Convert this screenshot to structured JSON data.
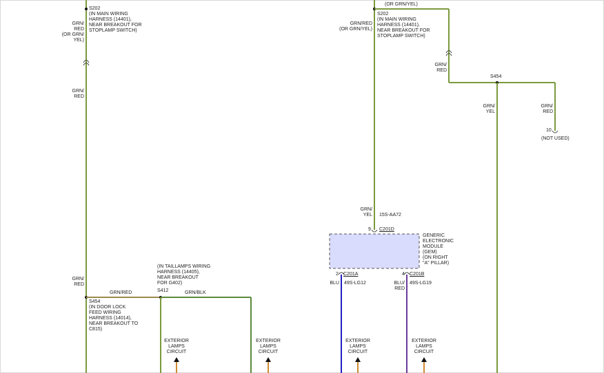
{
  "left": {
    "s202_id": "S202",
    "s202_note": "(IN MAIN WIRING\nHARNESS (14401),\nNEAR BREAKOUT FOR\nSTOPLAMP SWITCH)",
    "wire_top": "GRN/\nRED\n(OR GRN/\nYEL)",
    "wire_mid": "GRN/\nRED",
    "wire_low": "GRN/\nRED",
    "s454_id": "S454",
    "s454_note": "(IN DOOR LOCK\nFEED WIRING\nHARNESS (14014),\nNEAR BREAKOUT TO\nC815)",
    "branch_wire": "GRN/RED",
    "s412_note": "(IN TAILLAMPS WIRING\nHARNESS (14405),\nNEAR BREAKOUT\nFOR G402)",
    "s412_id": "S412",
    "branch_wire2": "GRN/BLK",
    "ext_a": "EXTERIOR\nLAMPS\nCIRCUIT",
    "ext_b": "EXTERIOR\nLAMPS\nCIRCUIT"
  },
  "right": {
    "top_label": "(OR GRN/YEL)",
    "s202_id": "S202",
    "s202_note": "(IN MAIN WIRING\nHARNESS (14401),\nNEAR BREAKOUT FOR\nSTOPLAMP SWITCH)",
    "wire_left": "GRN/RED\n(OR GRN/YEL)",
    "wire_riser": "GRN/\nRED",
    "s454_id": "S454",
    "wire_yel": "GRN/\nYEL",
    "wire_red": "GRN/\nRED",
    "pin10": "10",
    "not_used": "(NOT USED)",
    "wire_gem_in": "GRN/\nYEL",
    "circuit_in": "15S-AA72",
    "pin9": "9",
    "conn_d": "C201D",
    "gem_label": "GENERIC\nELECTRONIC\nMODULE\n(GEM)\n(ON RIGHT\n\"A\" PILLAR)",
    "pin2": "2",
    "conn_a": "C201A",
    "pin4": "4",
    "conn_b": "C201B",
    "wire_blu": "BLU",
    "circuit_a": "49S-LG12",
    "wire_blu_red": "BLU/\nRED",
    "circuit_b": "49S-LG19",
    "ext_c": "EXTERIOR\nLAMPS\nCIRCUIT",
    "ext_d": "EXTERIOR\nLAMPS\nCIRCUIT"
  },
  "colors": {
    "grn_red": "#7a9a3c",
    "grn_blk": "#5a8a3a",
    "blu": "#2020c0",
    "blu_red": "#6a3a9a",
    "gem_fill": "#d9dcfc",
    "arrow_stub": "#d08a30"
  }
}
